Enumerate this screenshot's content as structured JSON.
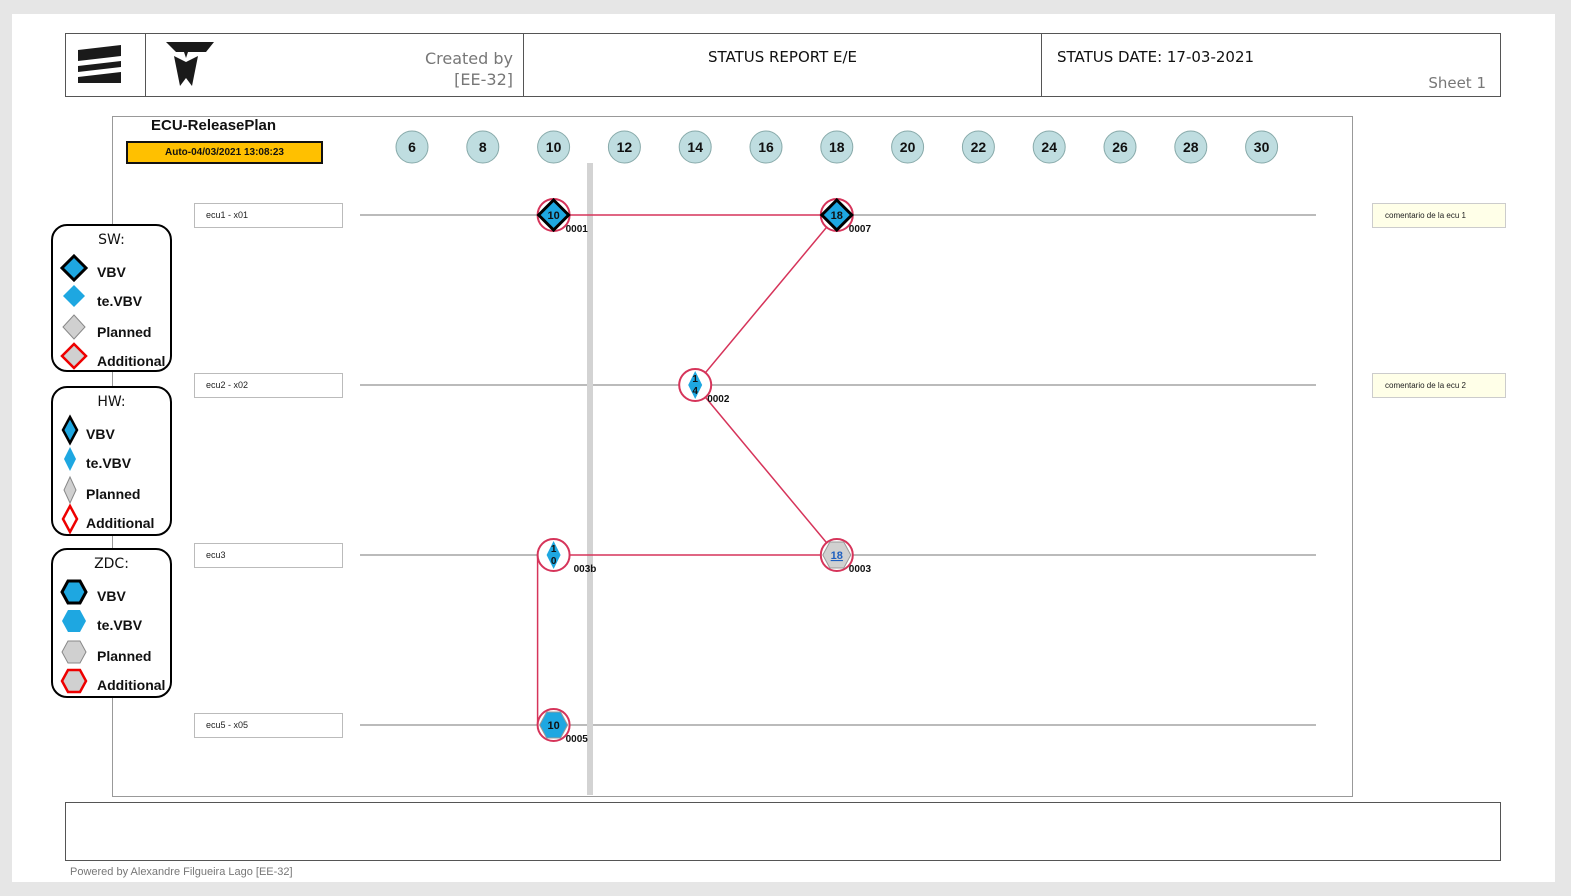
{
  "header": {
    "created_by_line1": "Created by",
    "created_by_line2": "[EE-32]",
    "title": "STATUS REPORT E/E",
    "status_date": "STATUS DATE: 17-03-2021",
    "sheet": "Sheet  1"
  },
  "plan": {
    "title": "ECU-ReleasePlan",
    "auto_stamp": "Auto-04/03/2021 13:08:23",
    "weeks": [
      "6",
      "8",
      "10",
      "12",
      "14",
      "16",
      "18",
      "20",
      "22",
      "24",
      "26",
      "28",
      "30"
    ],
    "rows": [
      {
        "label": "ecu1 - x01",
        "comment": "comentario de la ecu 1"
      },
      {
        "label": "ecu2 - x02",
        "comment": "comentario de la ecu 2"
      },
      {
        "label": "ecu3",
        "comment": ""
      },
      {
        "label": "ecu5 - x05",
        "comment": ""
      }
    ],
    "milestones": [
      {
        "row": 0,
        "week": 10,
        "shape": "sw-diamond",
        "status": "VBV",
        "text": "10",
        "code": "0001"
      },
      {
        "row": 0,
        "week": 18,
        "shape": "sw-diamond",
        "status": "VBV",
        "text": "18",
        "code": "0007"
      },
      {
        "row": 1,
        "week": 14,
        "shape": "hw-diamond",
        "status": "te.VBV",
        "text": "1\n4",
        "code": "0002"
      },
      {
        "row": 2,
        "week": 10,
        "shape": "hw-diamond",
        "status": "te.VBV",
        "text": "1\n0",
        "code": "003b"
      },
      {
        "row": 2,
        "week": 18,
        "shape": "zdc-hex",
        "status": "Planned",
        "text": "18",
        "code": "0003"
      },
      {
        "row": 3,
        "week": 10,
        "shape": "zdc-hex",
        "status": "te.VBV",
        "text": "10",
        "code": "0005"
      }
    ],
    "today_week": 11
  },
  "legends": [
    {
      "title": "SW:",
      "items": [
        "VBV",
        "te.VBV",
        "Planned",
        "Additional"
      ]
    },
    {
      "title": "HW:",
      "items": [
        "VBV",
        "te.VBV",
        "Planned",
        "Additional"
      ]
    },
    {
      "title": "ZDC:",
      "items": [
        "VBV",
        "te.VBV",
        "Planned",
        "Additional"
      ]
    }
  ],
  "colors": {
    "vbv_fill": "#1ea7e1",
    "planned_fill": "#d0d0d0",
    "link": "#d6345a",
    "week_bubble": "#bfdde0",
    "badge": "#ffc000"
  },
  "footer": {
    "powered_by": "Powered by Alexandre Filgueira Lago [EE-32]"
  }
}
